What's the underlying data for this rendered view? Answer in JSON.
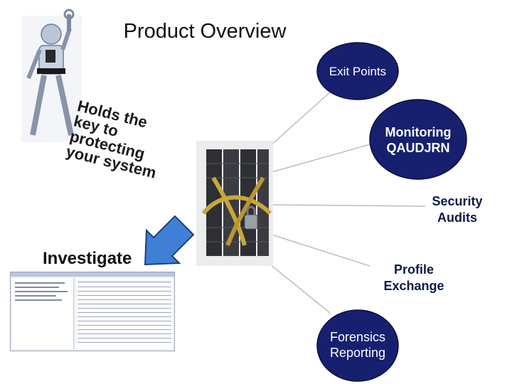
{
  "title": "Product Overview",
  "robot_text": "Holds the\nkey to\nprotecting\nyour system",
  "investigate_label": "Investigate",
  "nodes": [
    {
      "id": "exit-points",
      "label": "Exit Points",
      "style": "bubble"
    },
    {
      "id": "monitoring",
      "label": "Monitoring QAUDJRN",
      "style": "bubble"
    },
    {
      "id": "security-audits",
      "label": "Security Audits",
      "style": "plain"
    },
    {
      "id": "profile-exchange",
      "label": "Profile Exchange",
      "style": "plain"
    },
    {
      "id": "forensics",
      "label": "Forensics Reporting",
      "style": "bubble"
    }
  ],
  "colors": {
    "bubble_fill": "#16206e",
    "bubble_stroke": "#0a0f40",
    "line": "#b8bcc6",
    "arrow_fill": "#3f7fd6",
    "arrow_stroke": "#1c3f80"
  },
  "icons": [
    "robot-holding-key-icon",
    "locked-server-icon",
    "software-screenshot-thumbnail"
  ]
}
